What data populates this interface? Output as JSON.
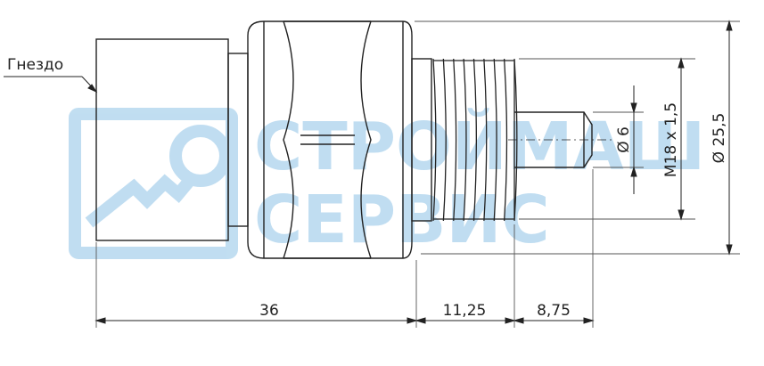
{
  "callout": {
    "label": "Гнездо"
  },
  "watermark": {
    "line1": "СТРОЙМАШ",
    "line2": "СЕРВИС",
    "color": "#8ec3e6"
  },
  "dimensions": {
    "overall_length": "36",
    "thread_length": "11,25",
    "pin_length": "8,75",
    "pin_diameter": "Ø 6",
    "thread_spec": "M18 x 1,5",
    "outer_diameter": "Ø 25,5"
  },
  "colors": {
    "line": "#222222",
    "watermark": "#8ec3e6"
  }
}
